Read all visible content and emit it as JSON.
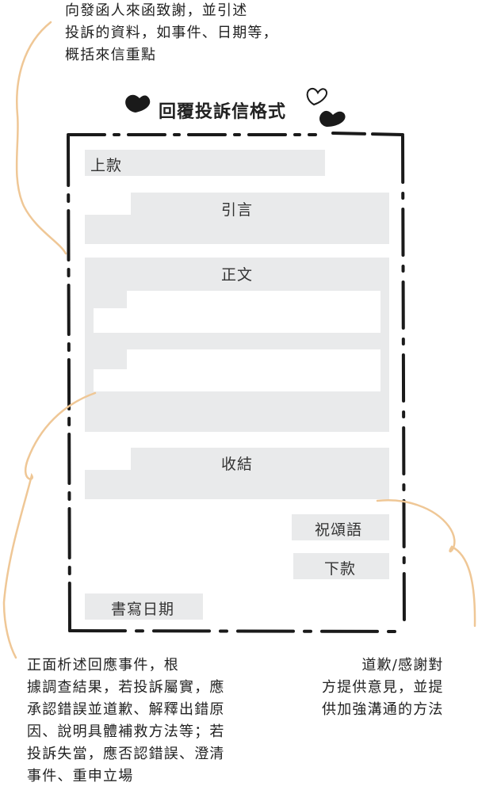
{
  "notes": {
    "top": "向發函人來函致謝，並引述\n投訴的資料，如事件、日期等，\n概括來信重點",
    "bottom_left": "正面析述回應事件，根\n據調查結果，若投訴屬實，應\n承認錯誤並道歉、解釋出錯原\n因、說明具體補救方法等；若\n投訴失當，應否認錯誤、澄清\n事件、重申立場",
    "bottom_right": "道歉/感謝對\n方提供意見，並提\n供加強溝通的方法"
  },
  "title": "回覆投訴信格式",
  "letter": {
    "salutation": "上款",
    "introduction": "引言",
    "body": "正文",
    "conclusion": "收結",
    "complimentary_close": "祝頌語",
    "signature": "下款",
    "date": "書寫日期"
  },
  "colors": {
    "guide_line": "#efc796",
    "placeholder_fill": "#e9eaeb",
    "frame": "#1a1a1a"
  },
  "icons": [
    "heart-icon",
    "heart-outline-icon"
  ]
}
